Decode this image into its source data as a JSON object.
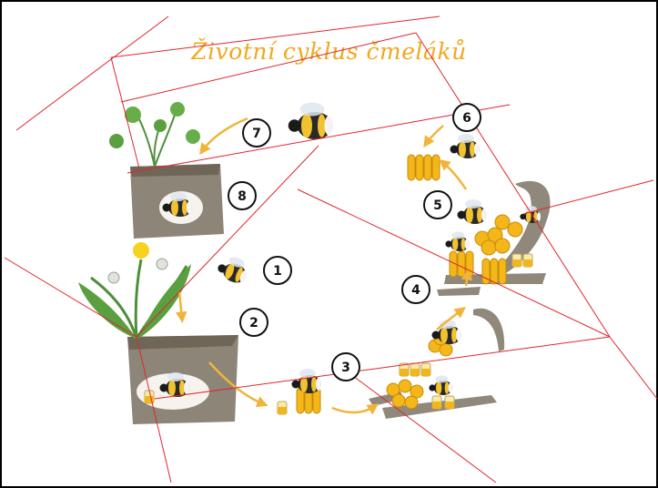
{
  "title": "Životní cyklus čmeláků",
  "stages": [
    {
      "label": "1"
    },
    {
      "label": "2"
    },
    {
      "label": "3"
    },
    {
      "label": "4"
    },
    {
      "label": "5"
    },
    {
      "label": "6"
    },
    {
      "label": "7"
    },
    {
      "label": "8"
    }
  ],
  "colors": {
    "title": "#f2a81d",
    "arrows": "#f1b43a",
    "cut_lines": "#e0262c",
    "soil": "#8c8578",
    "wax_cells": "#f3b719",
    "bee_body": "#2a2a2a",
    "bee_band": "#f2c230"
  }
}
